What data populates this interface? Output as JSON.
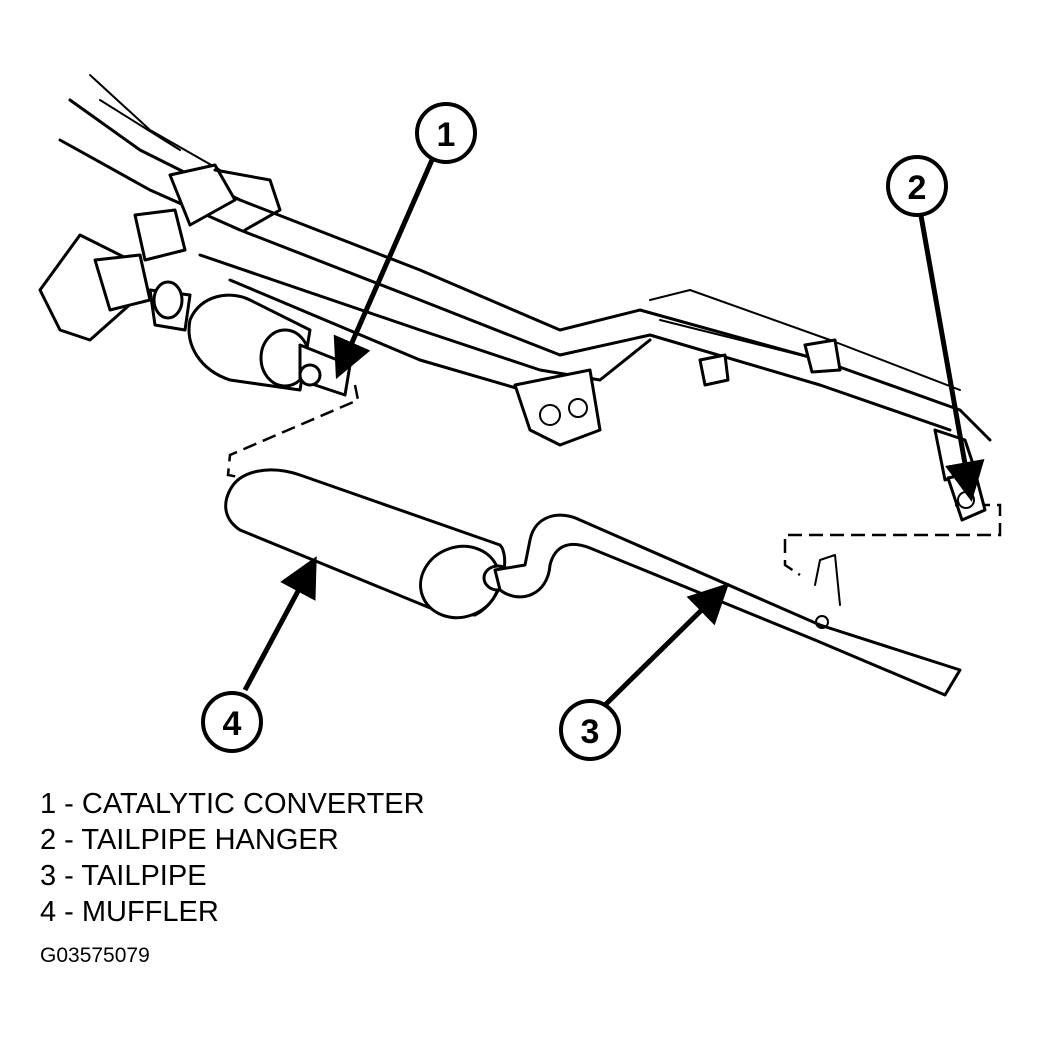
{
  "callouts": [
    {
      "number": "1",
      "label": "CATALYTIC CONVERTER"
    },
    {
      "number": "2",
      "label": "TAILPIPE HANGER"
    },
    {
      "number": "3",
      "label": "TAILPIPE"
    },
    {
      "number": "4",
      "label": "MUFFLER"
    }
  ],
  "legend": [
    {
      "text": "1 - CATALYTIC CONVERTER"
    },
    {
      "text": "2 - TAILPIPE HANGER"
    },
    {
      "text": "3 - TAILPIPE"
    },
    {
      "text": "4 - MUFFLER"
    }
  ],
  "figure_id": "G03575079",
  "colors": {
    "ink": "#000000",
    "background": "#ffffff"
  }
}
